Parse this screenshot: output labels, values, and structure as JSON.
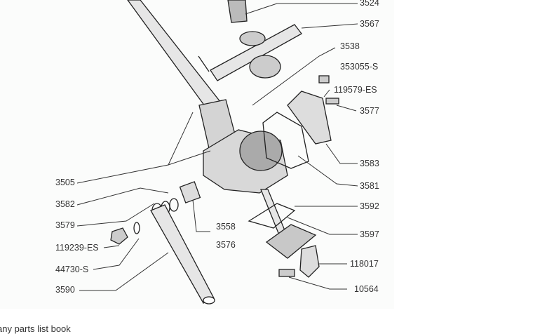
{
  "diagram": {
    "labels_right": [
      "3524",
      "3567",
      "3538",
      "353055-S",
      "119579-ES",
      "3577",
      "3583",
      "3581",
      "3592",
      "3597",
      "118017",
      "10564"
    ],
    "labels_left": [
      "3505",
      "3582",
      "3579",
      "119239-ES",
      "44730-S",
      "3590"
    ],
    "labels_middle": [
      "3558",
      "3576"
    ]
  },
  "caption": "any parts list book"
}
